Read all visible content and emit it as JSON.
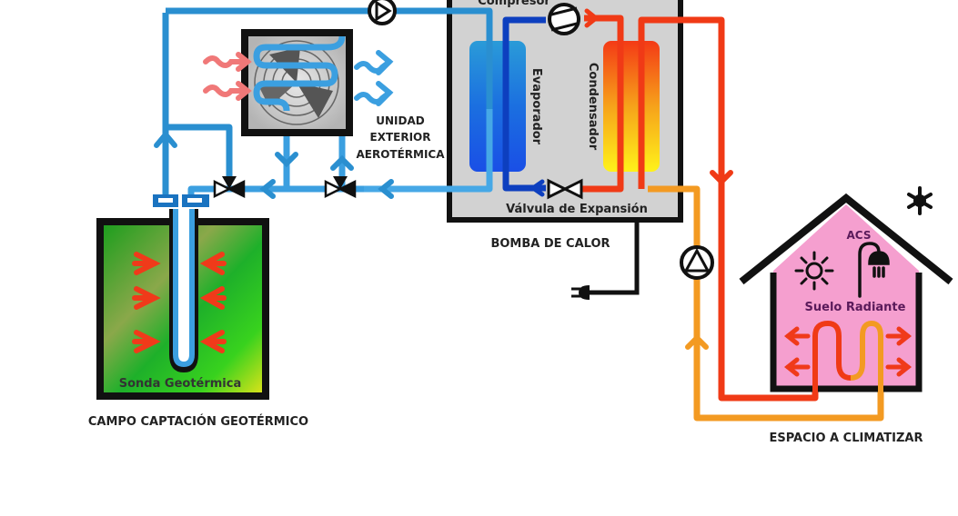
{
  "labels": {
    "compressor": "Compresor",
    "evaporator": "Evaporador",
    "condenser": "Condensador",
    "expansion_valve": "Válvula de Expansión",
    "heat_pump": "BOMBA DE CALOR",
    "outdoor_unit_line1": "UNIDAD",
    "outdoor_unit_line2": "EXTERIOR",
    "outdoor_unit_line3": "AEROTÉRMICA",
    "geothermal_probe": "Sonda Geotérmica",
    "geothermal_field": "CAMPO CAPTACIÓN GEOTÉRMICO",
    "dhw": "ACS",
    "underfloor_heating": "Suelo Radiante",
    "conditioned_space": "ESPACIO A CLIMATIZAR"
  },
  "icons": {
    "compressor": "compressor-icon",
    "circulation_pump_top": "pump-icon",
    "circulation_pump_right": "pump-icon",
    "expansion_valve": "valve-icon",
    "three_way_valve_left": "three-way-valve-icon",
    "three_way_valve_right": "three-way-valve-icon",
    "fan": "fan-icon",
    "sun": "sun-icon",
    "shower": "shower-icon",
    "snowflake": "snowflake-icon",
    "plug": "plug-icon"
  },
  "colors": {
    "cold_pipe": "#3a9ad9",
    "cold_pipe_dark": "#1a73c0",
    "refrigerant_cold": "#0d3fbf",
    "hot_pipe": "#f0401a",
    "warm_pipe": "#f39a22",
    "heat_pump_box": "#d2d2d2",
    "house_fill": "#f59fcf",
    "ground_green": "#22aa22",
    "heat_arrow": "#f03a1a",
    "warm_air": "#f08080"
  }
}
